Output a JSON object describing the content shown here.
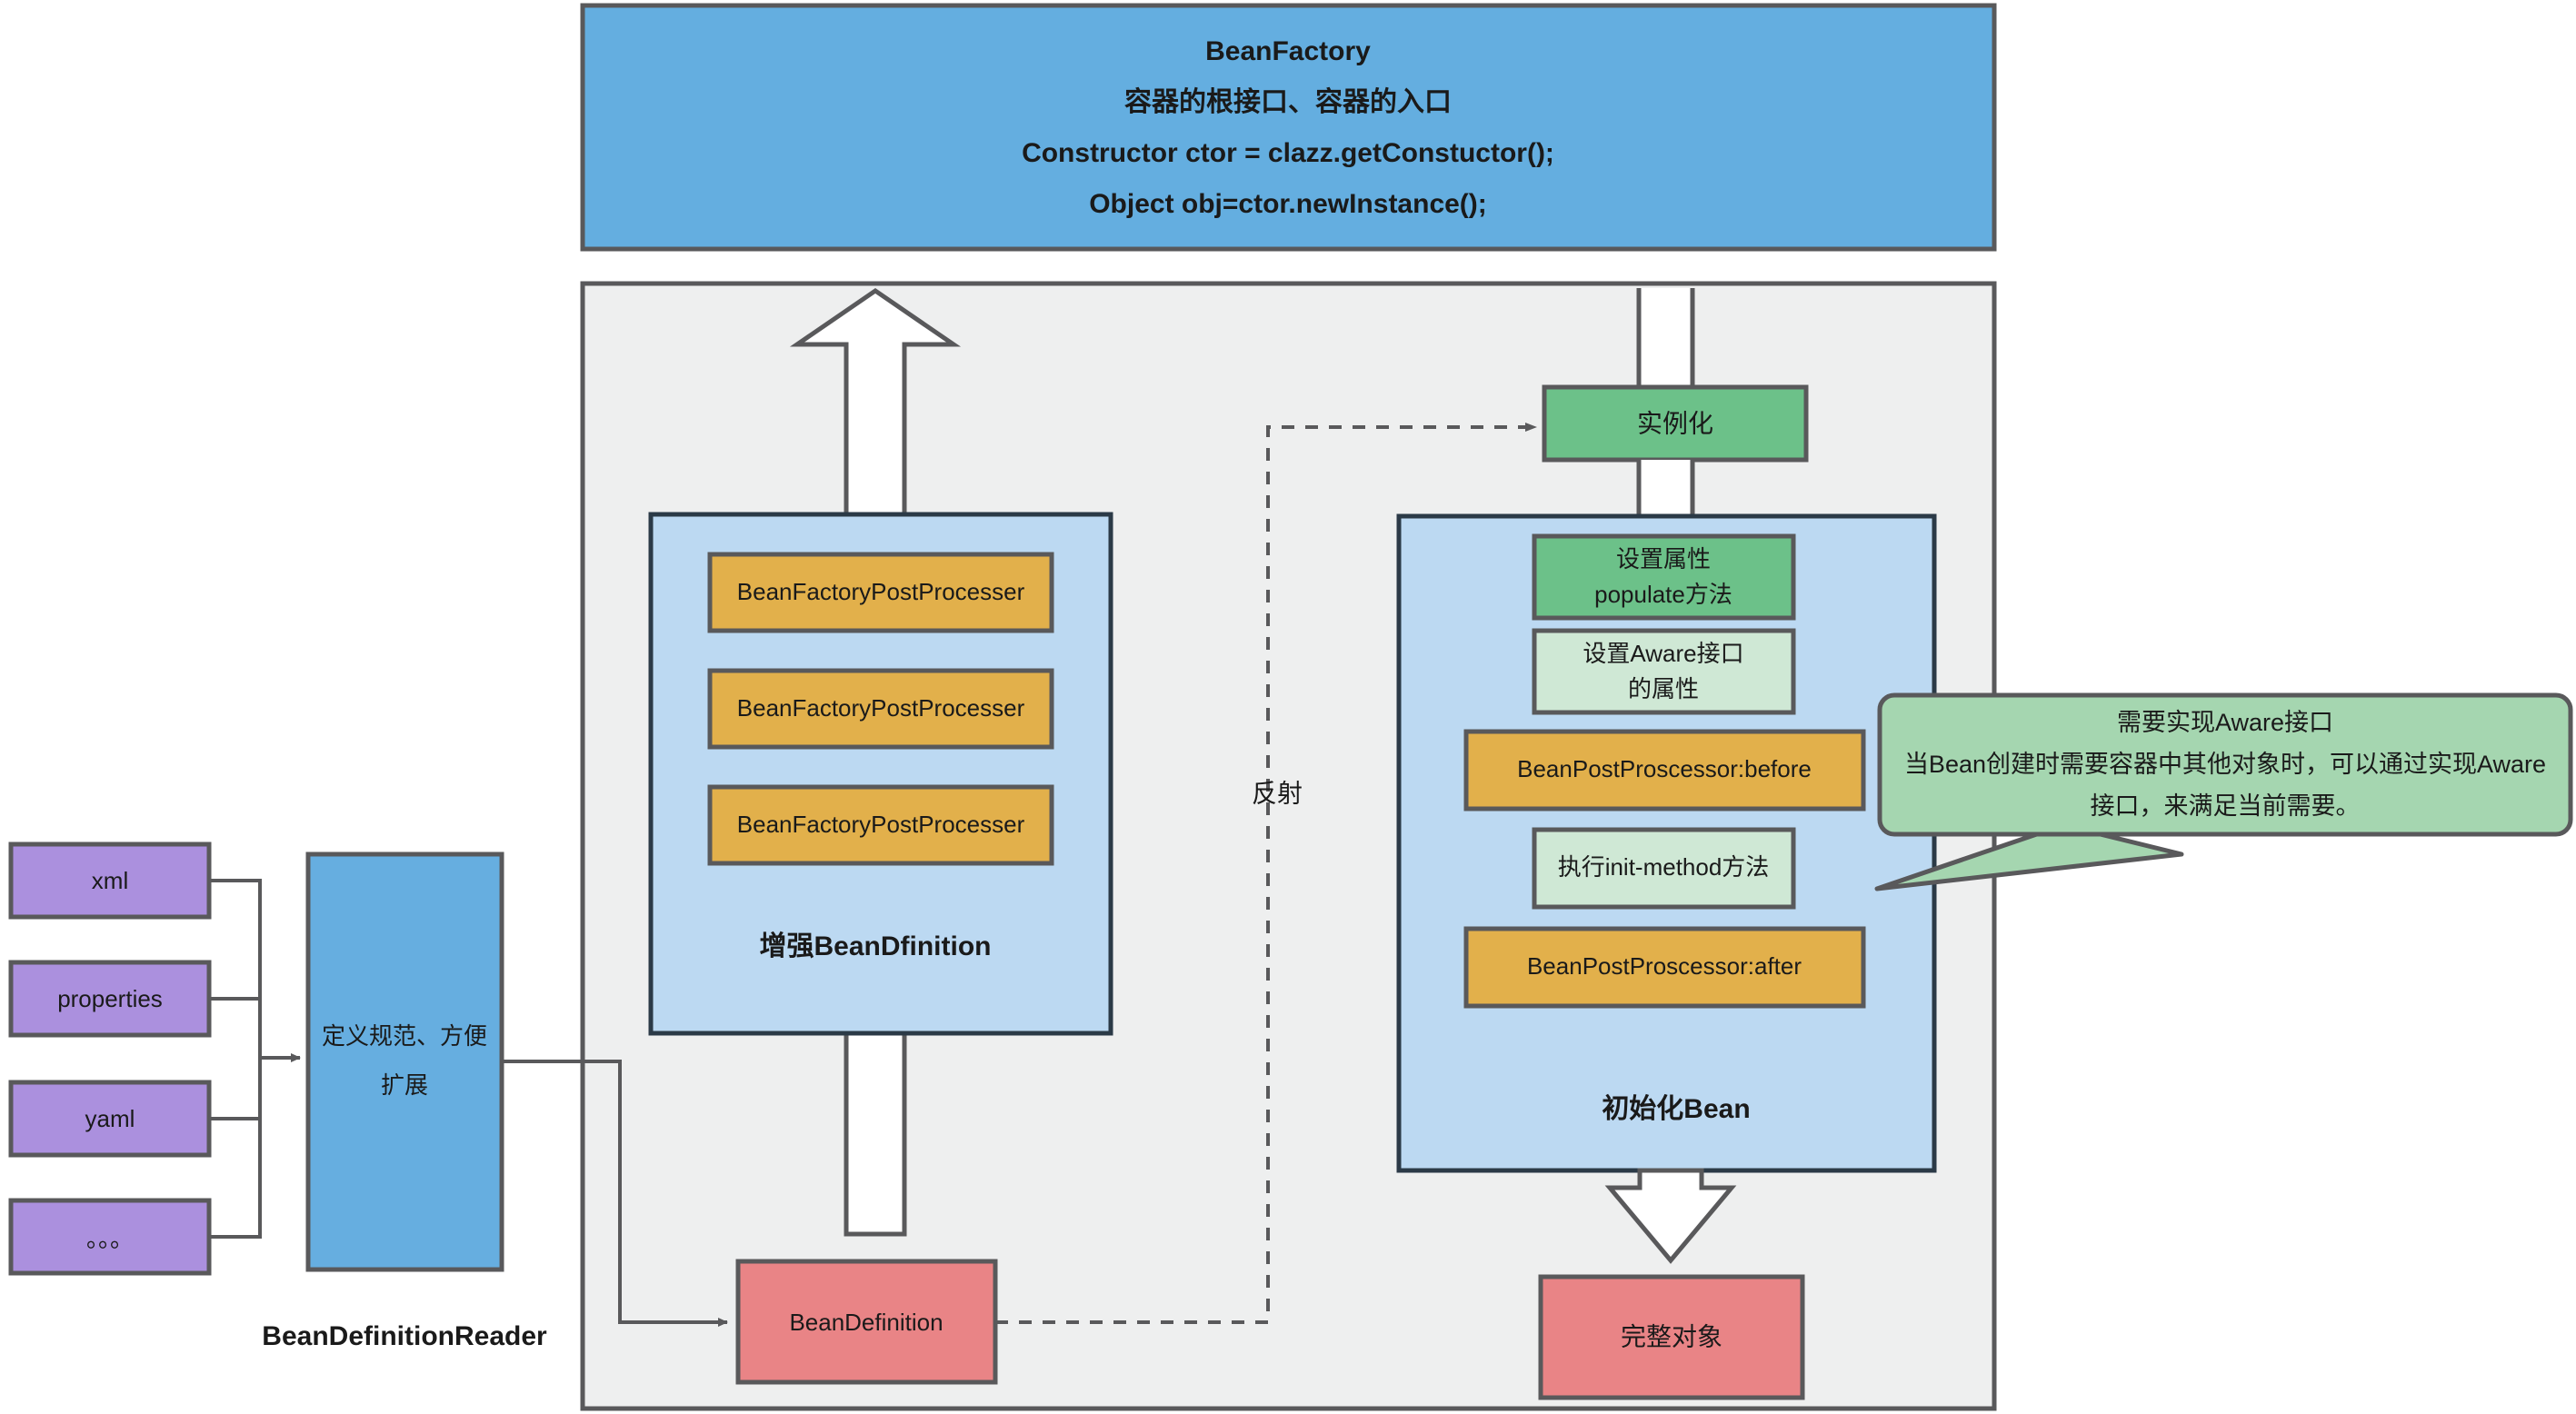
{
  "diagram": {
    "title": "Spring BeanFactory Bean lifecycle diagram",
    "colors": {
      "blue_header": "#64aee0",
      "blue_panel": "#bcd9f2",
      "blue_reader": "#66aee0",
      "purple": "#ab90de",
      "orange": "#e2b04b",
      "green_dark": "#6cc189",
      "green_light": "#cfe8d5",
      "green_callout": "#a5d6b0",
      "red": "#e98486",
      "gray_container": "#eeefef",
      "stroke": "#59595b",
      "white": "#ffffff"
    },
    "beanfactory": {
      "lines": [
        "BeanFactory",
        "容器的根接口、容器的入口",
        "Constructor ctor = clazz.getConstuctor();",
        "Object obj=ctor.newInstance();"
      ]
    },
    "sources": [
      {
        "label": "xml"
      },
      {
        "label": "properties"
      },
      {
        "label": "yaml"
      },
      {
        "label": "。。。"
      }
    ],
    "reader": {
      "lines": [
        "定义规范、方便",
        "扩展"
      ],
      "caption": "BeanDefinitionReader"
    },
    "enhance_panel": {
      "items": [
        "BeanFactoryPostProcesser",
        "BeanFactoryPostProcesser",
        "BeanFactoryPostProcesser"
      ],
      "caption": "增强BeanDfinition"
    },
    "bean_definition": {
      "label": "BeanDefinition"
    },
    "reflection_label": "反射",
    "instantiate": {
      "label": "实例化"
    },
    "init_panel": {
      "steps": [
        {
          "lines": [
            "设置属性",
            "populate方法"
          ],
          "style": "green-dark"
        },
        {
          "lines": [
            "设置Aware接口",
            "的属性"
          ],
          "style": "green-light"
        },
        {
          "lines": [
            "BeanPostProscessor:before"
          ],
          "style": "orange"
        },
        {
          "lines": [
            "执行init-method方法"
          ],
          "style": "green-light"
        },
        {
          "lines": [
            "BeanPostProscessor:after"
          ],
          "style": "orange"
        }
      ],
      "caption": "初始化Bean"
    },
    "complete_object": {
      "label": "完整对象"
    },
    "callout": {
      "lines": [
        "需要实现Aware接口",
        "当Bean创建时需要容器中其他对象时，可以通过实现Aware",
        "接口，来满足当前需要。"
      ]
    }
  }
}
